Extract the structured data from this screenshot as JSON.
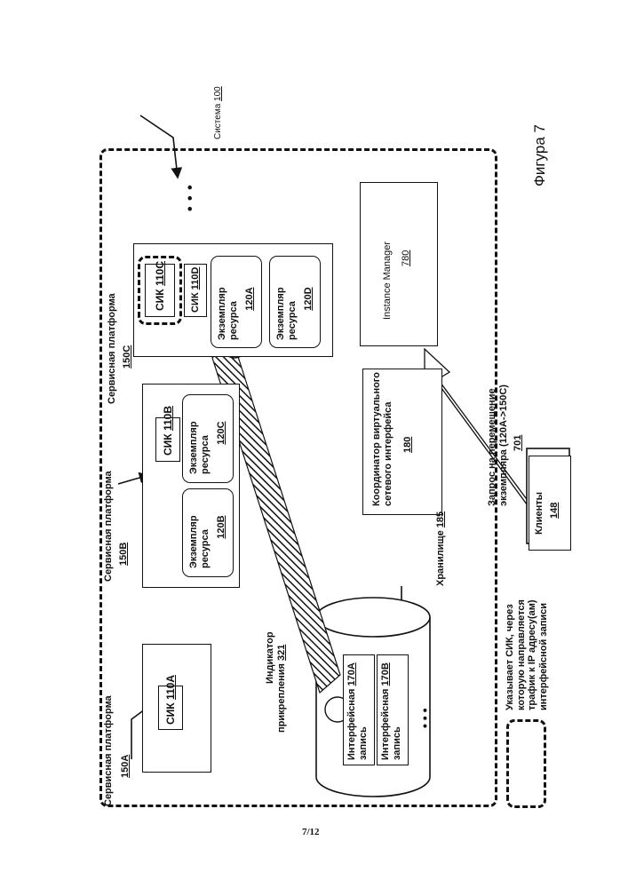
{
  "figure_label": "Фигура 7",
  "page_number": "7/12",
  "system": {
    "label": "Система",
    "ref": "100"
  },
  "platforms": [
    {
      "title": "Сервисная платформа",
      "ref": "150A"
    },
    {
      "title": "Сервисная платформа",
      "ref": "150B"
    },
    {
      "title": "Сервисная платформа",
      "ref": "150C"
    }
  ],
  "vnics": [
    {
      "label": "СИК",
      "ref": "110A"
    },
    {
      "label": "СИК",
      "ref": "110B"
    },
    {
      "label": "СИК",
      "ref": "110C"
    },
    {
      "label": "СИК",
      "ref": "110D"
    }
  ],
  "resource_line1": "Экземпляр",
  "resource_line2": "ресурса",
  "resources": [
    "120A",
    "120B",
    "120C",
    "120D"
  ],
  "ellipsis": "• • •",
  "coordinator": {
    "line1": "Координатор виртуального",
    "line2": "сетевого интерфейса",
    "ref": "180"
  },
  "instance_manager": {
    "label": "Instance Manager",
    "ref": "780"
  },
  "storage": {
    "label": "Хранилище",
    "ref": "185"
  },
  "interface_records": [
    {
      "line1": "Интерфейсная",
      "line2": "запись",
      "ref": "170A"
    },
    {
      "line1": "Интерфейсная",
      "line2": "запись",
      "ref": "170B"
    }
  ],
  "attachment_indicator": {
    "line1": "Индикатор",
    "line2": "прикрепления",
    "ref": "321"
  },
  "clients": {
    "label": "Клиенты",
    "ref": "148"
  },
  "move_request": {
    "line1": "Запрос на перемещение",
    "line2": "экземпляра (120A->150C)",
    "ref": "701"
  },
  "legend": {
    "line1": "Указывает СИК, через",
    "line2": "которую направляется",
    "line3": "трафик к IP адресу(ам)",
    "line4": "интерфейсной записи"
  }
}
